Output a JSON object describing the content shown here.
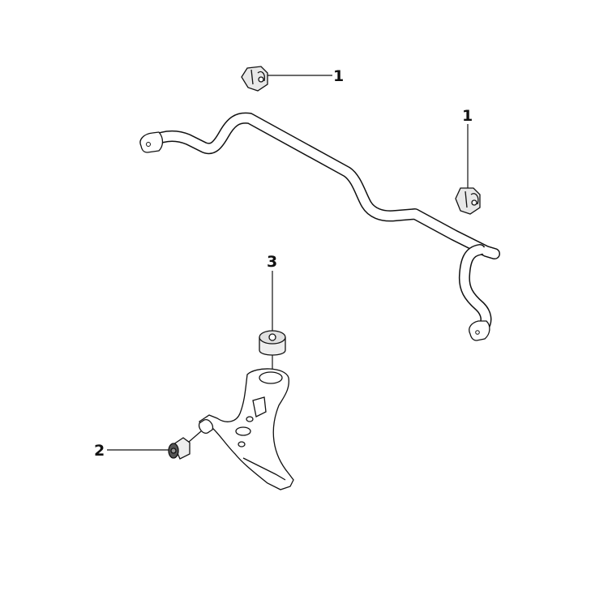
{
  "diagram": {
    "parts": [
      {
        "id": "stabilizer-bar"
      },
      {
        "id": "stabilizer-bushing-left",
        "callout": "1"
      },
      {
        "id": "stabilizer-bushing-right",
        "callout": "1"
      },
      {
        "id": "lower-arm-front-bushing",
        "callout": "2"
      },
      {
        "id": "lower-arm-rear-bushing",
        "callout": "3"
      },
      {
        "id": "lower-control-arm"
      }
    ],
    "colors": {
      "line": "#111111",
      "background": "#ffffff",
      "bushing_fill": "#e8e8e8"
    }
  }
}
